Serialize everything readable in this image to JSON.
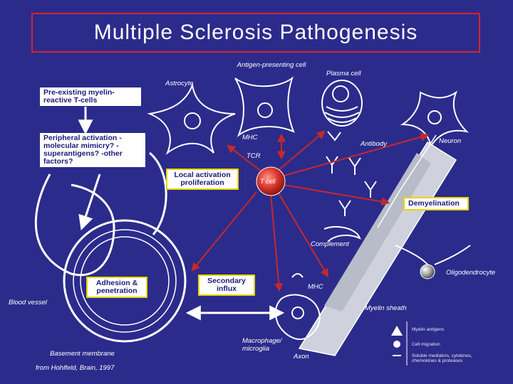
{
  "title": "Multiple Sclerosis Pathogenesis",
  "labels": {
    "antigen_presenting_cell": "Antigen-presenting cell",
    "plasma_cell": "Plasma cell",
    "astrocyte": "Astrocyte",
    "mhc_top": "MHC",
    "tcr": "TCR",
    "t_cell": "T cell",
    "antibody": "Antibody",
    "neuron": "Neuron",
    "complement": "Complement",
    "oligodendrocyte": "Oligodendrocyte",
    "mhc_bottom": "MHC",
    "blood_vessel": "Blood vessel",
    "myelin_sheath": "Myelin sheath",
    "macrophage": "Macrophage/ microglia",
    "axon": "Axon",
    "basement_membrane": "Basement membrane",
    "citation": "from Hohlfeld, Brain, 1997"
  },
  "boxes": {
    "preexisting": "Pre-existing myelin-reactive T-cells",
    "peripheral": "Peripheral activation -molecular mimicry? -superantigens? -other factors?",
    "local_activation": "Local activation proliferation",
    "demyelination": "Demyelination",
    "adhesion": "Adhesion & penetration",
    "secondary_influx": "Secondary influx"
  },
  "legend": {
    "item1": "Myelin antigens",
    "item2": "Cell migration",
    "item3": "Soluble mediators, cytokines, chemokines & proteases"
  },
  "colors": {
    "background": "#2b2b8c",
    "title_border": "#d8232a",
    "arrow_red": "#c62828",
    "box_border_yellow": "#e8d400",
    "box_text": "#1a1a7a"
  }
}
